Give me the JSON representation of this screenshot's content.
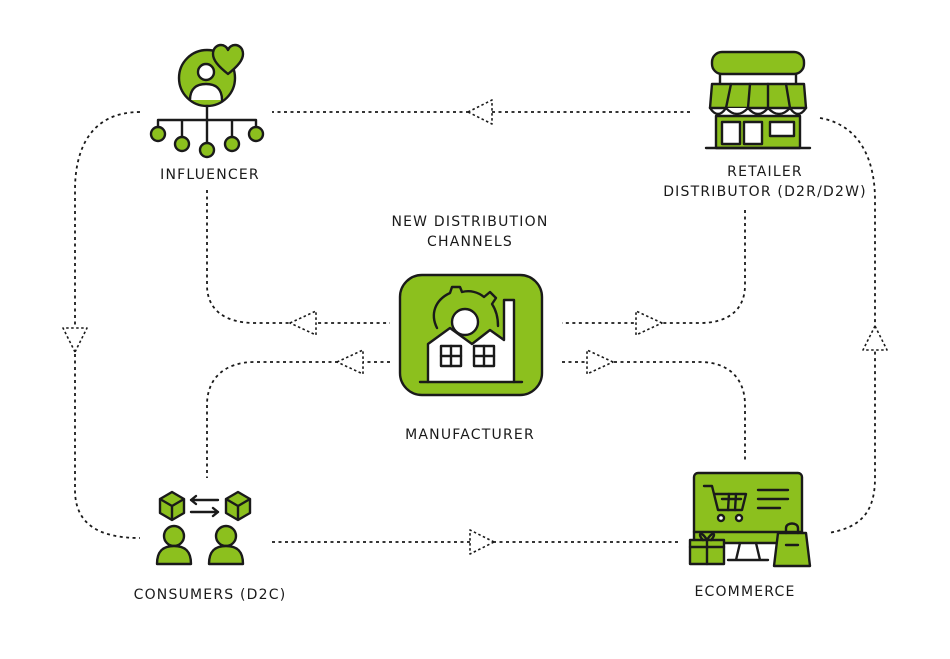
{
  "diagram": {
    "center_title": [
      "NEW DISTRIBUTION",
      "CHANNELS"
    ],
    "nodes": {
      "influencer": {
        "label": [
          "INFLUENCER"
        ]
      },
      "retailer": {
        "label": [
          "RETAILER",
          "DISTRIBUTOR (D2R/D2W)"
        ]
      },
      "manufacturer": {
        "label": [
          "MANUFACTURER"
        ]
      },
      "consumers": {
        "label": [
          "CONSUMERS (D2C)"
        ]
      },
      "ecommerce": {
        "label": [
          "ECOMMERCE"
        ]
      }
    }
  },
  "colors": {
    "accent": "#8cc01e",
    "ink": "#1a1a1a",
    "background": "#ffffff"
  }
}
